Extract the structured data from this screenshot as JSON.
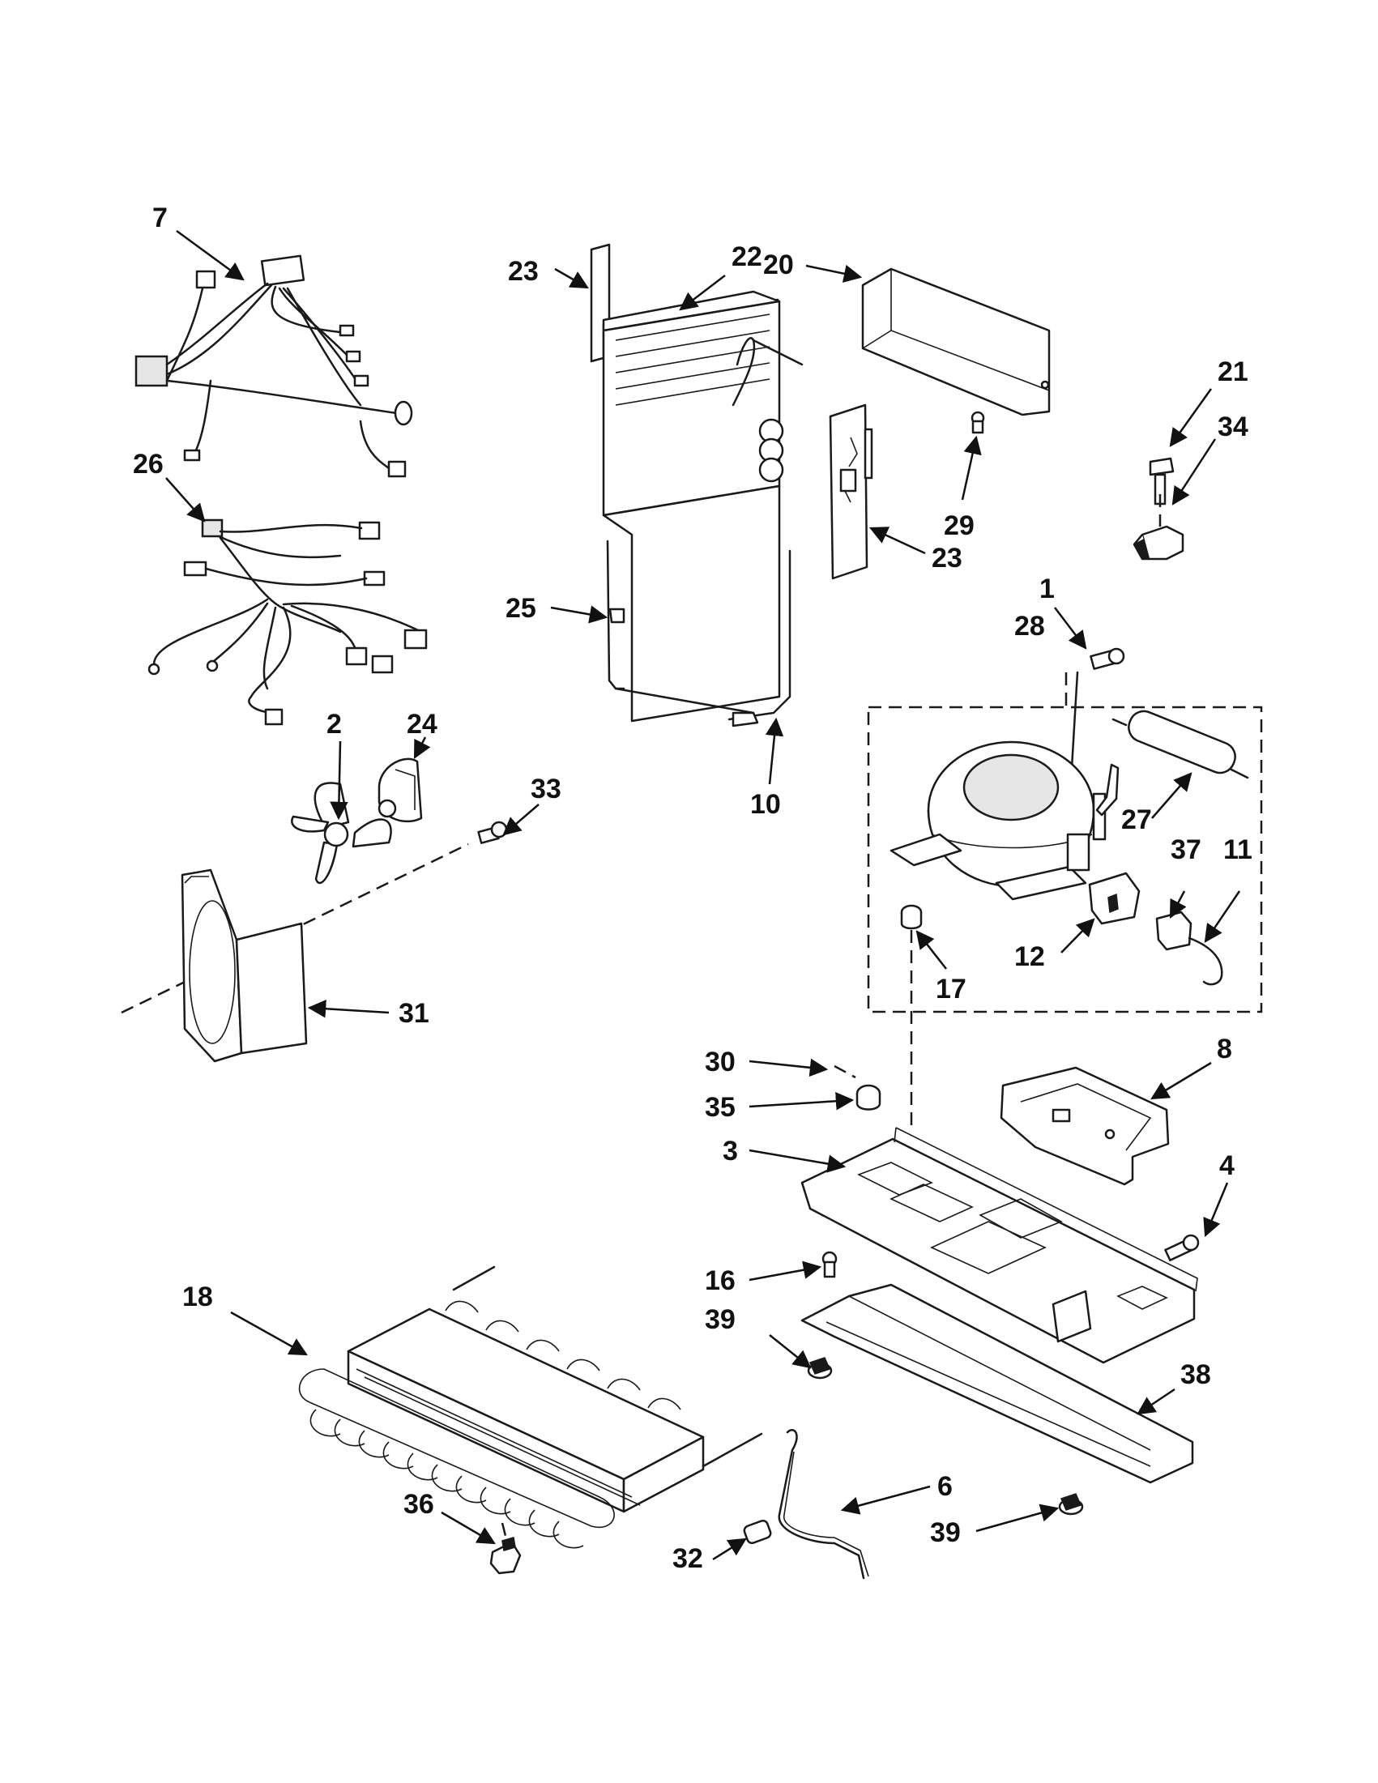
{
  "parts": {
    "p1": "1",
    "p2": "2",
    "p3": "3",
    "p4": "4",
    "p6": "6",
    "p7": "7",
    "p8": "8",
    "p10": "10",
    "p11": "11",
    "p12": "12",
    "p16": "16",
    "p17": "17",
    "p18": "18",
    "p20": "20",
    "p21": "21",
    "p22": "22",
    "p23a": "23",
    "p23b": "23",
    "p24": "24",
    "p25": "25",
    "p26": "26",
    "p27": "27",
    "p28": "28",
    "p29": "29",
    "p30": "30",
    "p31": "31",
    "p32": "32",
    "p33": "33",
    "p34": "34",
    "p35": "35",
    "p36": "36",
    "p37": "37",
    "p38": "38",
    "p39a": "39",
    "p39b": "39"
  },
  "colors": {
    "ink": "#1a1a1a",
    "paper": "#ffffff",
    "shade": "#e6e6e6"
  }
}
